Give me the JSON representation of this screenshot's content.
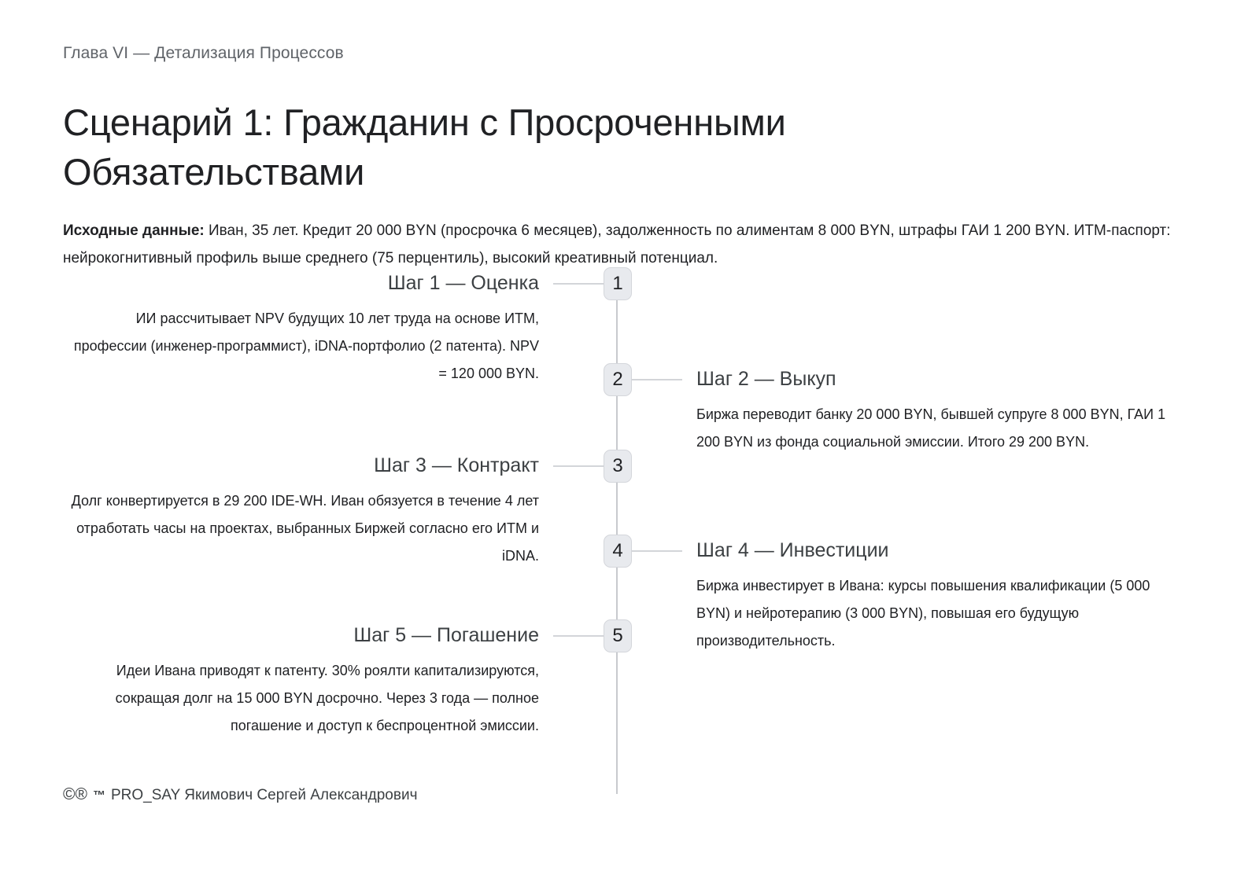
{
  "header": {
    "kicker": "Глава VI — Детализация Процессов",
    "title": "Сценарий 1: Гражданин с Просроченными Обязательствами"
  },
  "intro": {
    "label": "Исходные данные:",
    "text": " Иван, 35 лет. Кредит 20 000 BYN (просрочка 6 месяцев), задолженность по алиментам 8 000 BYN, штрафы ГАИ 1 200 BYN. ИТМ-паспорт: нейрокогнитивный профиль выше среднего (75 перцентиль), высокий креативный потенциал."
  },
  "timeline": {
    "steps": [
      {
        "number": "1",
        "side": "left",
        "title": "Шаг 1 — Оценка",
        "body": "ИИ рассчитывает NPV будущих 10 лет труда на основе ИТМ, профессии (инженер-программист), iDNA-портфолио (2 патента). NPV = 120 000 BYN."
      },
      {
        "number": "2",
        "side": "right",
        "title": "Шаг 2 — Выкуп",
        "body": "Биржа переводит банку 20 000 BYN, бывшей супруге 8 000 BYN, ГАИ 1 200 BYN из фонда социальной эмиссии. Итого 29 200 BYN."
      },
      {
        "number": "3",
        "side": "left",
        "title": "Шаг 3 — Контракт",
        "body": "Долг конвертируется в 29 200 IDE-WH. Иван обязуется в течение 4 лет отработать часы на проектах, выбранных Биржей согласно его ИТМ и iDNA."
      },
      {
        "number": "4",
        "side": "right",
        "title": "Шаг 4 — Инвестиции",
        "body": "Биржа инвестирует в Ивана: курсы повышения квалификации (5 000 BYN) и нейротерапию (3 000 BYN), повышая его будущую производительность."
      },
      {
        "number": "5",
        "side": "left",
        "title": "Шаг 5 — Погашение",
        "body": "Идеи Ивана приводят к патенту. 30% роялти капитализируются, сокращая долг на 15 000 BYN досрочно. Через 3 года — полное погашение и доступ к беспроцентной эмиссии."
      }
    ]
  },
  "footer": {
    "copyright_symbol": "©",
    "registered_symbol": "®",
    "trademark_symbol": "™",
    "owner": "PRO_SAY Якимович Сергей Александрович"
  },
  "colors": {
    "background": "#ffffff",
    "text": "#202124",
    "muted_text": "#5f6368",
    "step_title": "#3c4043",
    "badge_fill": "#e8eaee",
    "badge_border": "#d4d6db",
    "line": "#c8cace"
  }
}
